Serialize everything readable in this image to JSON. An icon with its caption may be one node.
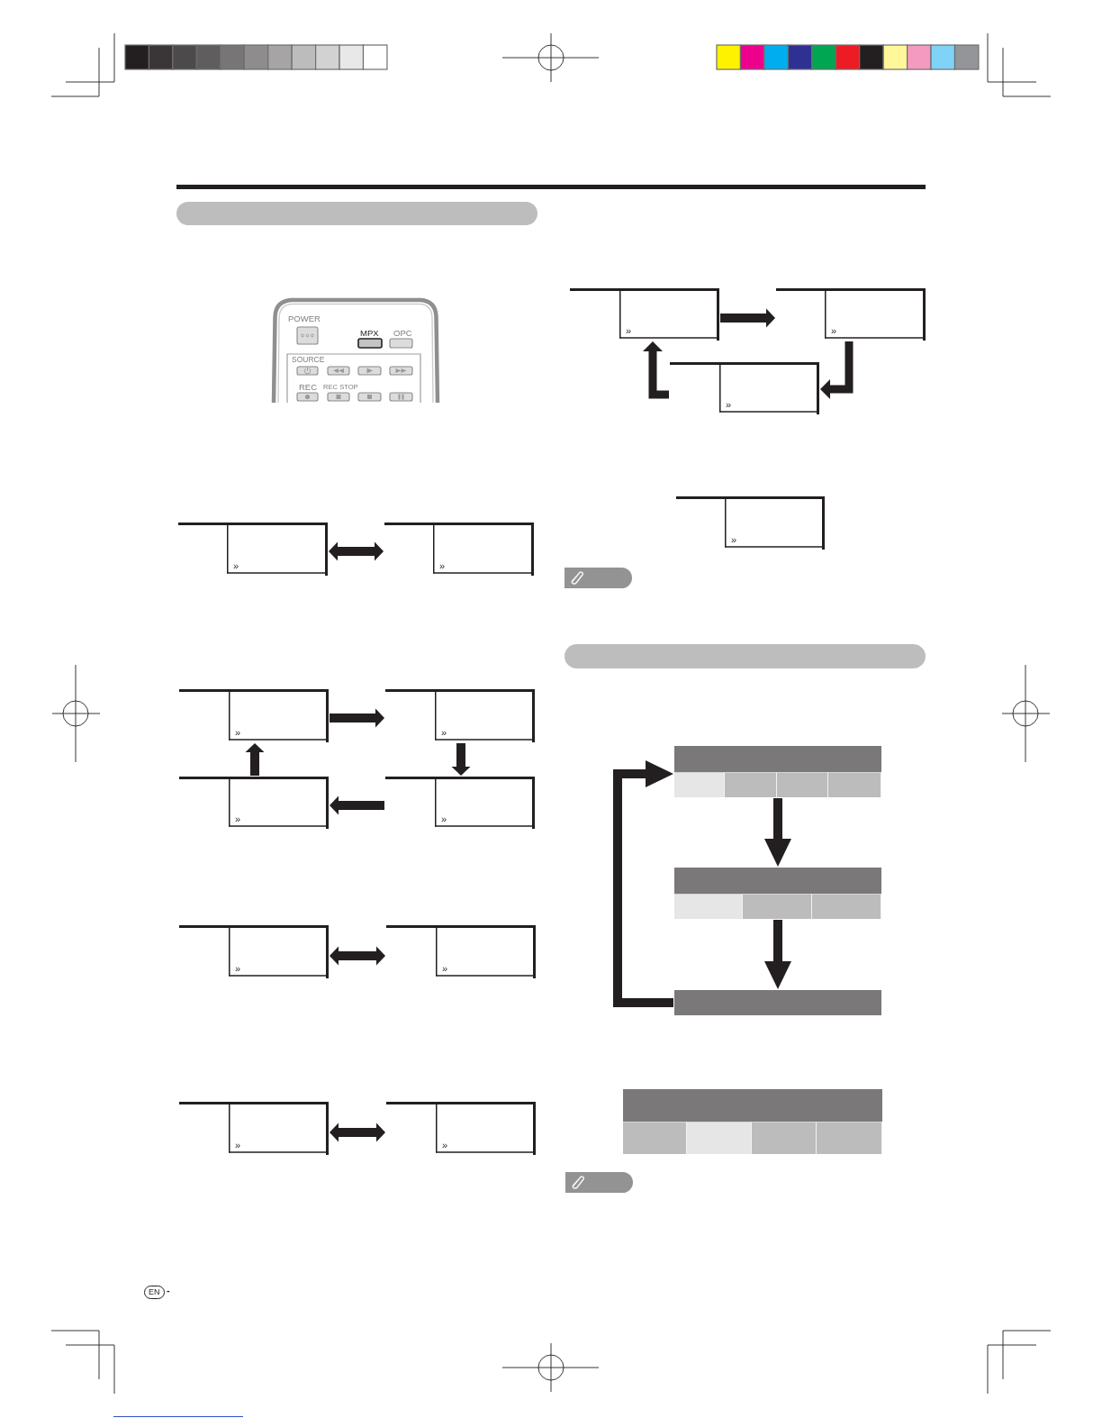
{
  "diagram": {
    "nodes": [
      {
        "text": [],
        "shape": "bar"
      },
      {
        "text": [
          "»"
        ]
      },
      {
        "text": [
          "»"
        ]
      },
      {
        "text": [
          "»"
        ]
      },
      {
        "text": [
          "»"
        ]
      },
      {
        "text": [
          "»"
        ]
      },
      {
        "text": [
          "»"
        ]
      },
      {
        "text": [
          "»"
        ]
      },
      {
        "text": [
          "»"
        ]
      },
      {
        "text": [
          "»"
        ]
      },
      {
        "text": [
          "»"
        ]
      },
      {
        "text": [
          "»"
        ]
      },
      {
        "text": [
          "»"
        ]
      },
      {
        "text": [
          "»"
        ]
      },
      {
        "text": [
          "»"
        ]
      },
      {
        "text": [],
        "shape": "bar"
      },
      {
        "text": [],
        "shape": "bar"
      },
      {
        "text": [],
        "shape": "box",
        "in": 16
      },
      {
        "text": [],
        "shape": "box",
        "in": 16
      },
      {
        "text": [],
        "shape": "box",
        "in": 16
      },
      {
        "text": [],
        "shape": "box",
        "in": 16
      },
      {
        "text": [],
        "shape": "bar"
      },
      {
        "text": [],
        "shape": "box",
        "in": 21
      },
      {
        "text": [],
        "shape": "box",
        "in": 21
      },
      {
        "text": [],
        "shape": "box",
        "in": 21
      },
      {
        "text": [],
        "shape": "bar"
      },
      {
        "text": [],
        "shape": "bar"
      },
      {
        "text": [],
        "shape": "box",
        "in": 26
      },
      {
        "text": [],
        "shape": "box",
        "in": 26
      },
      {
        "text": [],
        "shape": "box",
        "in": 26
      },
      {
        "text": [],
        "shape": "box",
        "in": 26
      }
    ],
    "edges": [
      {
        "from": 1,
        "to": 2,
        "arrow": "both"
      },
      {
        "from": 3,
        "to": 4,
        "arrow": "to"
      },
      {
        "from": 4,
        "to": 6,
        "arrow": "to"
      },
      {
        "from": 6,
        "to": 5,
        "arrow": "to"
      },
      {
        "from": 5,
        "to": 3,
        "arrow": "to"
      },
      {
        "from": 7,
        "to": 8,
        "arrow": "both"
      },
      {
        "from": 9,
        "to": 10,
        "arrow": "both"
      },
      {
        "from": 11,
        "to": 12,
        "arrow": "to"
      },
      {
        "from": 12,
        "to": 13,
        "arrow": "to"
      },
      {
        "from": 13,
        "to": 11,
        "arrow": "to"
      },
      {
        "from": 16,
        "to": 21,
        "arrow": "to"
      },
      {
        "from": 21,
        "to": 25,
        "arrow": "to"
      },
      {
        "from": 25,
        "to": 16,
        "arrow": "to"
      }
    ],
    "labels": [
      "POWER",
      "MPX",
      "OPC",
      "SOURCE",
      "REC",
      "REC STOP",
      "EN",
      "-"
    ]
  }
}
